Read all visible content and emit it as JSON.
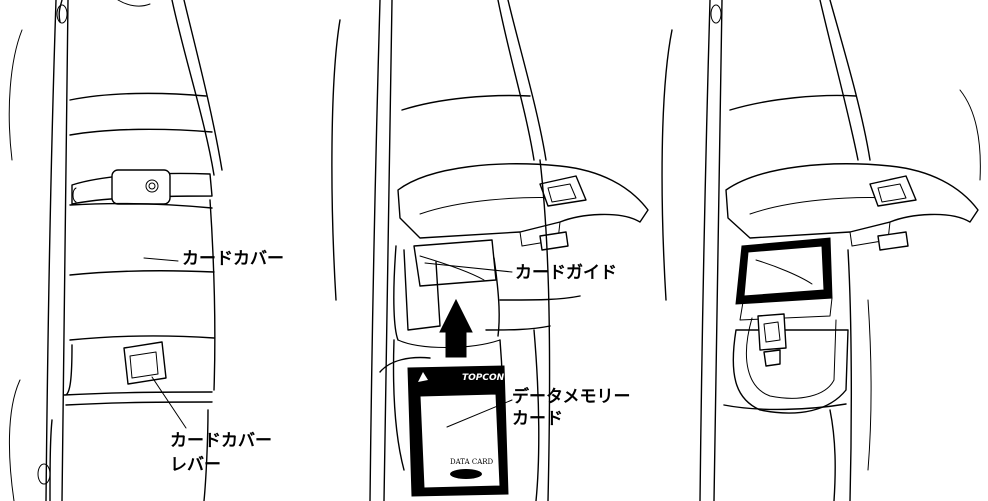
{
  "labels": {
    "card_cover": "カードカバー",
    "card_cover_lever_line1": "カードカバー",
    "card_cover_lever_line2": "レバー",
    "card_guide": "カードガイド",
    "data_memory_card_line1": "データメモリー",
    "data_memory_card_line2": "カード"
  },
  "card_print": {
    "brand": "TOPCON",
    "caption": "DATA CARD"
  }
}
